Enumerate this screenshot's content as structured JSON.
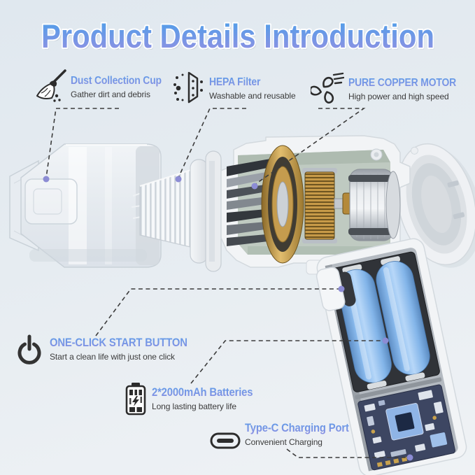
{
  "title": "Product Details Introduction",
  "features": [
    {
      "id": "dust-cup",
      "icon": "broom-icon",
      "label": "Dust Collection Cup",
      "desc": "Gather dirt and debris"
    },
    {
      "id": "hepa-filter",
      "icon": "hepa-filter-icon",
      "label": "HEPA Filter",
      "desc": "Washable and reusable"
    },
    {
      "id": "motor",
      "icon": "fan-icon",
      "label": "PURE COPPER MOTOR",
      "desc": "High power and high speed"
    },
    {
      "id": "start-button",
      "icon": "power-icon",
      "label": "ONE-CLICK START BUTTON",
      "desc": "Start a clean life with just one click"
    },
    {
      "id": "batteries",
      "icon": "battery-icon",
      "label": "2*2000mAh Batteries",
      "desc": "Long lasting battery life"
    },
    {
      "id": "type-c",
      "icon": "usb-c-icon",
      "label": "Type-C Charging Port",
      "desc": "Convenient Charging"
    }
  ],
  "colors": {
    "background_top": "#e0e8ef",
    "background_bottom": "#eff2f5",
    "title_gradient_top": "#4aa0ea",
    "title_gradient_bottom": "#9590e2",
    "feature_heading_top": "#5f9ce8",
    "feature_heading_bottom": "#8e8ee2",
    "description_text": "#3b3b3b",
    "callout_line": "#3c3c3c",
    "callout_dot": "#8c8cd4",
    "battery_blue": "#85b7ea",
    "motor_copper": "#c79a48",
    "motor_gold": "#e2bd6e",
    "pcb_navy": "#3d4662",
    "icon_ink": "#2c2c2c"
  }
}
